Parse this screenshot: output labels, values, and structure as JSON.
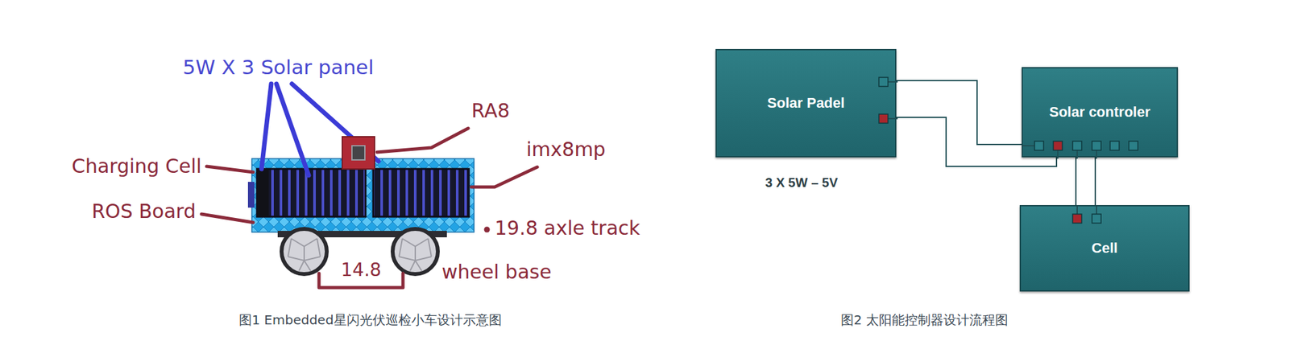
{
  "diagram": {
    "nodes": [
      {
        "text": [
          "Solar Padel"
        ]
      },
      {
        "text": [
          "Solar controler"
        ]
      },
      {
        "text": [
          "Cell"
        ]
      }
    ],
    "edges": [
      {
        "from": 0,
        "to": 1,
        "arrow": "none"
      },
      {
        "from": 0,
        "to": 1,
        "arrow": "none"
      },
      {
        "from": 1,
        "to": 2,
        "arrow": "none"
      },
      {
        "from": 1,
        "to": 2,
        "arrow": "none"
      }
    ],
    "labels": [
      "5W X 3 Solar panel",
      "RA8",
      "imx8mp",
      "Charging Cell",
      "ROS Board",
      "19.8 axle track",
      "14.8",
      "wheel base",
      "3 X 5W – 5V",
      "图1 Embedded星闪光伏巡检小车设计示意图",
      "图2 太阳能控制器设计流程图"
    ]
  }
}
